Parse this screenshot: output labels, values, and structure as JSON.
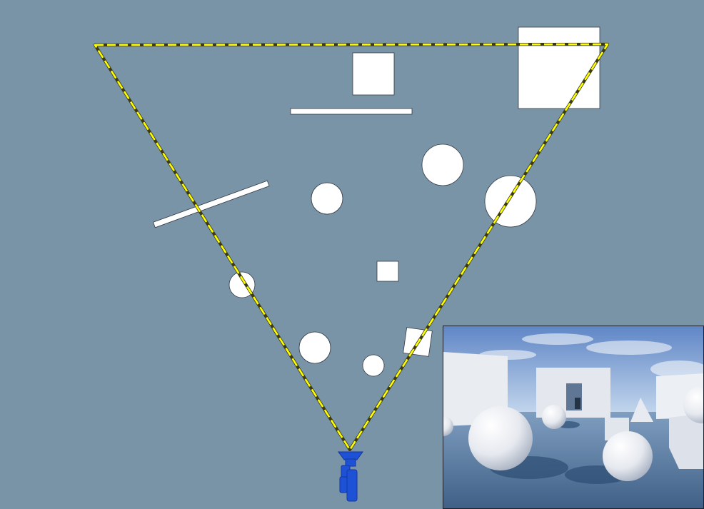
{
  "diagram": {
    "background": "#7993a7",
    "frustum_color": "#ffff00",
    "object_fill": "#ffffff",
    "camera_color": "#1e52d6",
    "objects": [
      {
        "name": "square-object",
        "shape": "square"
      },
      {
        "name": "square-object",
        "shape": "square"
      },
      {
        "name": "wall-object",
        "shape": "bar"
      },
      {
        "name": "sphere-object",
        "shape": "circle"
      },
      {
        "name": "sphere-object",
        "shape": "circle"
      },
      {
        "name": "sphere-object",
        "shape": "circle"
      },
      {
        "name": "wall-object",
        "shape": "bar"
      },
      {
        "name": "cube-object",
        "shape": "square"
      },
      {
        "name": "sphere-object",
        "shape": "circle"
      },
      {
        "name": "sphere-object",
        "shape": "circle"
      },
      {
        "name": "sphere-object",
        "shape": "circle"
      },
      {
        "name": "cube-object",
        "shape": "square"
      }
    ]
  },
  "inset": {
    "description_colors": {
      "sky": "#8eb2dc",
      "ground": "#4c6f98",
      "object": "#f2f3f6"
    }
  }
}
